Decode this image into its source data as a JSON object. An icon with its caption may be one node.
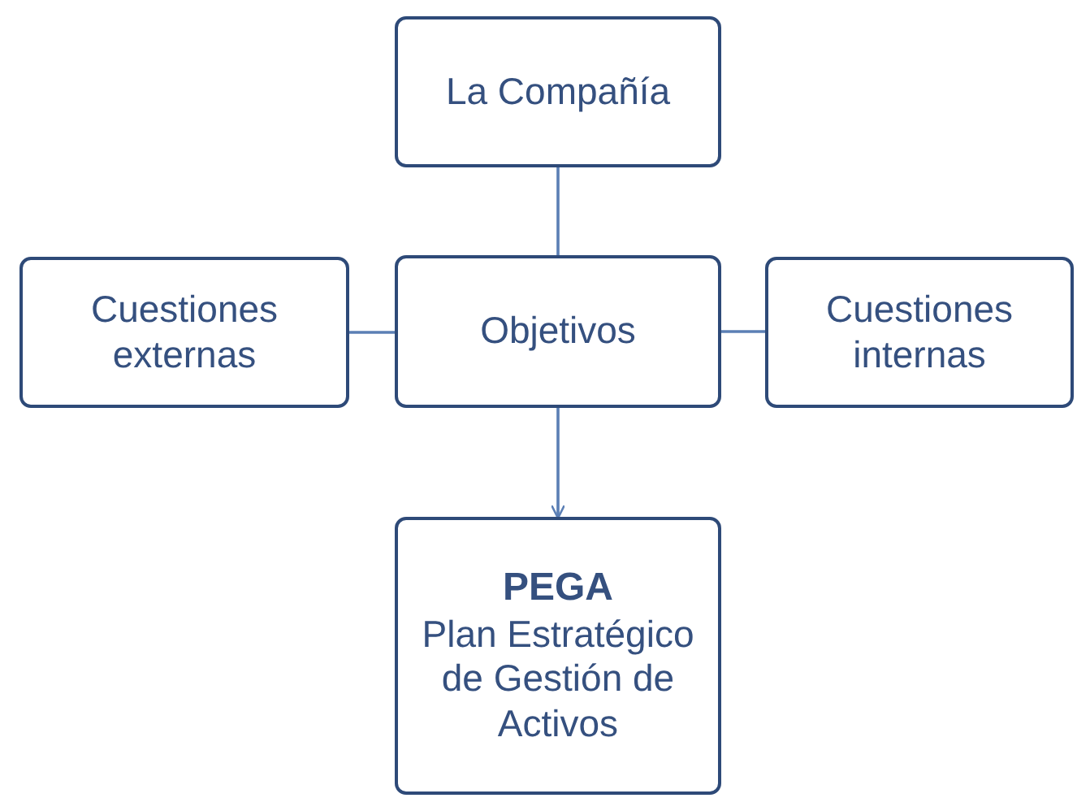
{
  "diagram": {
    "nodes": [
      {
        "text": [
          "La Compañía"
        ]
      },
      {
        "text": [
          "Cuestiones externas"
        ]
      },
      {
        "text": [
          "Objetivos"
        ]
      },
      {
        "text": [
          "Cuestiones internas"
        ]
      },
      {
        "text": [
          "PEGA",
          "Plan Estratégico de Gestión de Activos"
        ]
      }
    ],
    "edges": [
      {
        "from": 0,
        "to": 2,
        "arrow": "none"
      },
      {
        "from": 1,
        "to": 2,
        "arrow": "none"
      },
      {
        "from": 2,
        "to": 3,
        "arrow": "none"
      },
      {
        "from": 2,
        "to": 4,
        "arrow": "to"
      }
    ]
  }
}
